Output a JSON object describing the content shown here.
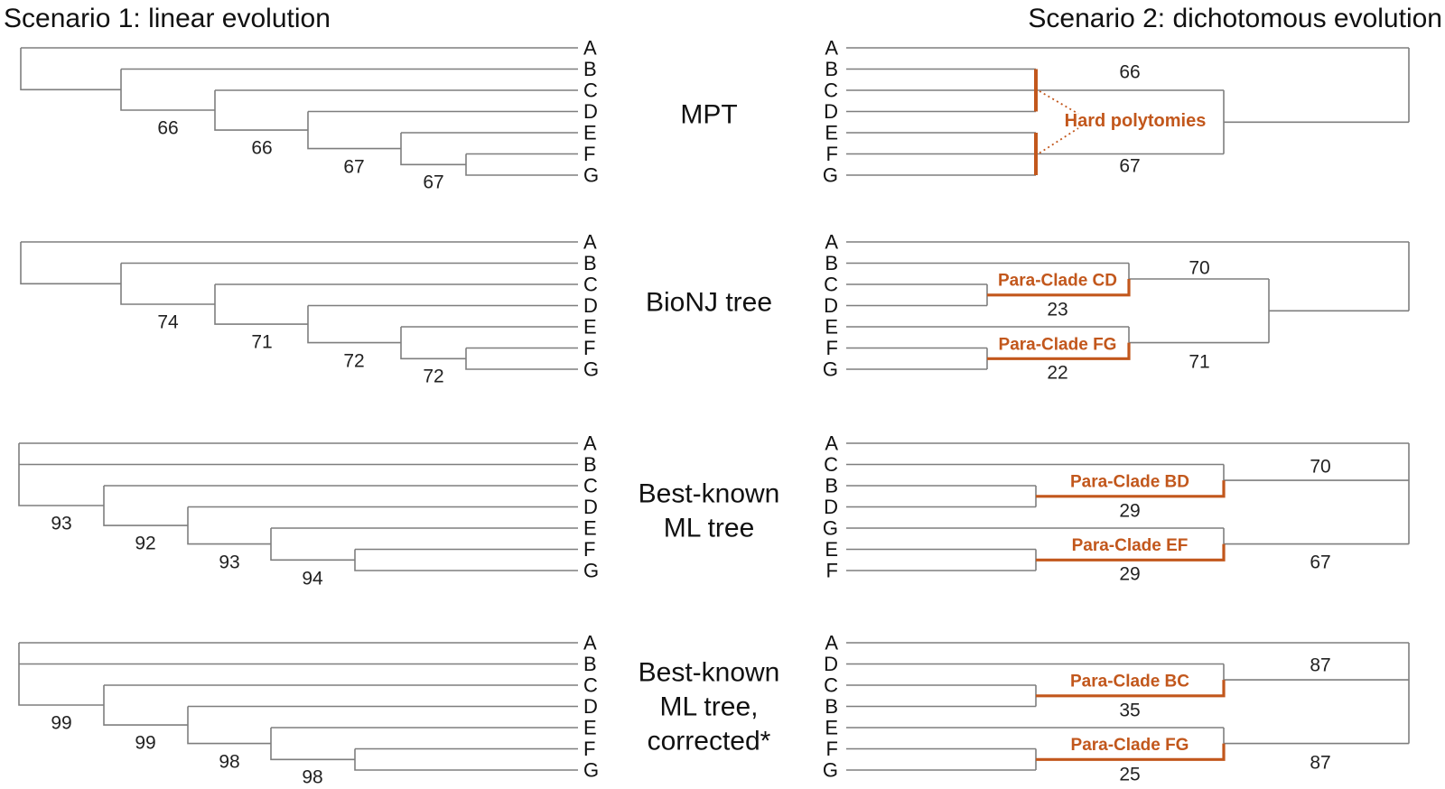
{
  "titles": {
    "scenario1": "Scenario 1: linear evolution",
    "scenario2": "Scenario 2: dichotomous evolution"
  },
  "rows": [
    {
      "label_lines": [
        "MPT"
      ]
    },
    {
      "label_lines": [
        "BioNJ tree"
      ]
    },
    {
      "label_lines": [
        "Best-known",
        "ML tree"
      ]
    },
    {
      "label_lines": [
        "Best-known",
        "ML tree,",
        "corrected*"
      ]
    }
  ],
  "colors": {
    "highlight_orange": "#c2571c",
    "branch_gray": "#7e7e7e",
    "text_black": "#1a1a1a"
  },
  "scenario1": {
    "mpt": {
      "tips": [
        "A",
        "B",
        "C",
        "D",
        "E",
        "F",
        "G"
      ],
      "supports": [
        "66",
        "66",
        "67",
        "67"
      ]
    },
    "bionj": {
      "tips": [
        "A",
        "B",
        "C",
        "D",
        "E",
        "F",
        "G"
      ],
      "supports": [
        "74",
        "71",
        "72",
        "72"
      ]
    },
    "ml": {
      "tips": [
        "A",
        "B",
        "C",
        "D",
        "E",
        "F",
        "G"
      ],
      "supports": [
        "93",
        "92",
        "93",
        "94"
      ]
    },
    "ml_corrected": {
      "tips": [
        "A",
        "B",
        "C",
        "D",
        "E",
        "F",
        "G"
      ],
      "supports": [
        "99",
        "99",
        "98",
        "98"
      ]
    }
  },
  "scenario2": {
    "mpt": {
      "tips": [
        "A",
        "B",
        "C",
        "D",
        "E",
        "F",
        "G"
      ],
      "supports": [
        "66",
        "67"
      ],
      "annotation": "Hard polytomies"
    },
    "bionj": {
      "tips": [
        "A",
        "B",
        "C",
        "D",
        "E",
        "F",
        "G"
      ],
      "supports": [
        "70",
        "71"
      ],
      "clades": [
        {
          "label": "Para-Clade CD",
          "support": "23"
        },
        {
          "label": "Para-Clade FG",
          "support": "22"
        }
      ]
    },
    "ml": {
      "tips": [
        "A",
        "C",
        "B",
        "D",
        "G",
        "E",
        "F"
      ],
      "supports": [
        "70",
        "67"
      ],
      "clades": [
        {
          "label": "Para-Clade BD",
          "support": "29"
        },
        {
          "label": "Para-Clade EF",
          "support": "29"
        }
      ]
    },
    "ml_corrected": {
      "tips": [
        "A",
        "D",
        "C",
        "B",
        "E",
        "F",
        "G"
      ],
      "supports": [
        "87",
        "87"
      ],
      "clades": [
        {
          "label": "Para-Clade BC",
          "support": "35"
        },
        {
          "label": "Para-Clade FG",
          "support": "25"
        }
      ]
    }
  }
}
